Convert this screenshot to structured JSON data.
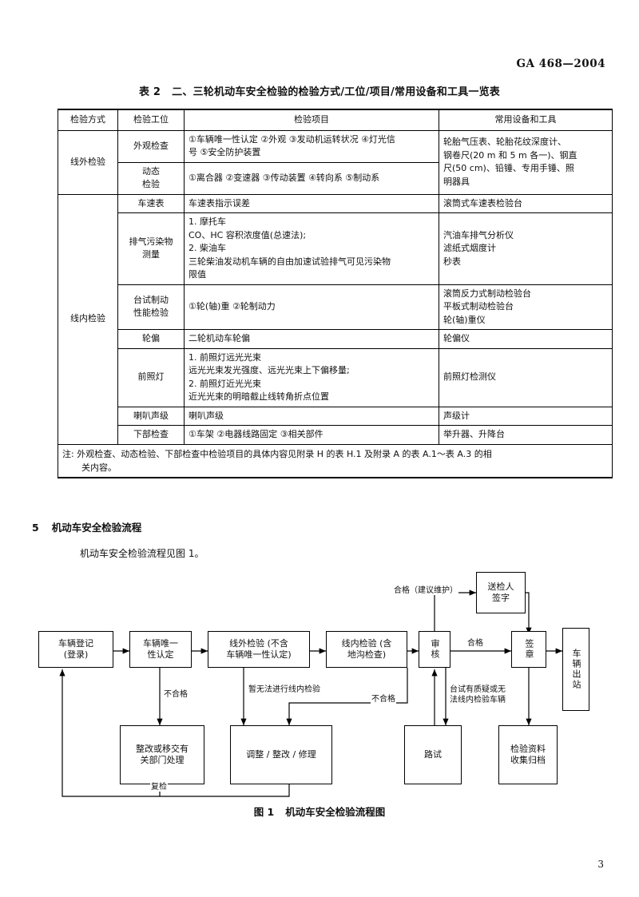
{
  "header": {
    "standard_code": "GA 468—2004"
  },
  "table2": {
    "caption_number": "表 2",
    "caption_title": "二、三轮机动车安全检验的检验方式/工位/项目/常用设备和工具一览表",
    "headers": [
      "检验方式",
      "检验工位",
      "检验项目",
      "常用设备和工具"
    ],
    "rows": [
      {
        "method": "线外检验",
        "station": "外观检查",
        "item": "①车辆唯一性认定 ②外观 ③发动机运转状况 ④灯光信\n号 ⑤安全防护装置",
        "tool": "轮胎气压表、轮胎花纹深度计、\n钢卷尺(20 m 和 5 m 各一)、钢直\n尺(50 cm)、铅锤、专用手锤、照\n明器具"
      },
      {
        "station": "动态\n检验",
        "item": "①离合器 ②变速器 ③传动装置 ④转向系 ⑤制动系"
      },
      {
        "method": "线内检验",
        "station": "车速表",
        "item": "车速表指示误差",
        "tool": "滚筒式车速表检验台"
      },
      {
        "station": "排气污染物\n测量",
        "item": "1. 摩托车\nCO、HC 容积浓度值(总速法);\n2. 柴油车\n三轮柴油发动机车辆的自由加速试验排气可见污染物\n限值",
        "tool": "汽油车排气分析仪\n滤纸式烟度计\n秒表"
      },
      {
        "station": "台试制动\n性能检验",
        "item": "①轮(轴)重 ②轮制动力",
        "tool": "滚筒反力式制动检验台\n平板式制动检验台\n轮(轴)重仪"
      },
      {
        "station": "轮偏",
        "item": "二轮机动车轮偏",
        "tool": "轮偏仪"
      },
      {
        "station": "前照灯",
        "item": "1. 前照灯远光光束\n远光光束发光强度、远光光束上下偏移量;\n2. 前照灯近光光束\n近光光束的明暗截止线转角折点位置",
        "tool": "前照灯检测仪"
      },
      {
        "station": "喇叭声级",
        "item": "喇叭声级",
        "tool": "声级计"
      },
      {
        "station": "下部检查",
        "item": "①车架 ②电器线路固定 ③相关部件",
        "tool": "举升器、升降台"
      }
    ],
    "note_line1": "注: 外观检查、动态检验、下部检查中检验项目的具体内容见附录 H 的表 H.1 及附录 A 的表 A.1～表 A.3 的相",
    "note_line2": "关内容。"
  },
  "section5": {
    "number": "5",
    "title": "机动车安全检验流程",
    "body": "机动车安全检验流程见图 1。"
  },
  "flowchart": {
    "boxes": {
      "register": "车辆登记\n(登录)",
      "identify": "车辆唯一\n性认定",
      "offline": "线外检验 (不含\n车辆唯一性认定)",
      "online": "线内检验 (含\n地沟检查)",
      "review": "审核",
      "submitter_sign": "送检人\n签字",
      "seal": "签章",
      "exit": "车辆出站",
      "rectify_transfer": "整改或移交有\n关部门处理",
      "adjust_repair": "调整 / 整改 / 修理",
      "road_test": "路试",
      "archive": "检验资料\n收集归档"
    },
    "labels": {
      "pass_maintain": "合格（建议维护）",
      "fail_identify": "不合格",
      "cannot_online": "暂无法进行线内检验",
      "fail_online": "不合格",
      "pass_review": "合格",
      "doubt_bench": "台试有质疑或无\n法线内检验车辆",
      "recheck": "复检"
    }
  },
  "figure1": {
    "caption_number": "图 1",
    "caption_title": "机动车安全检验流程图"
  },
  "footer": {
    "page_number": "3"
  }
}
